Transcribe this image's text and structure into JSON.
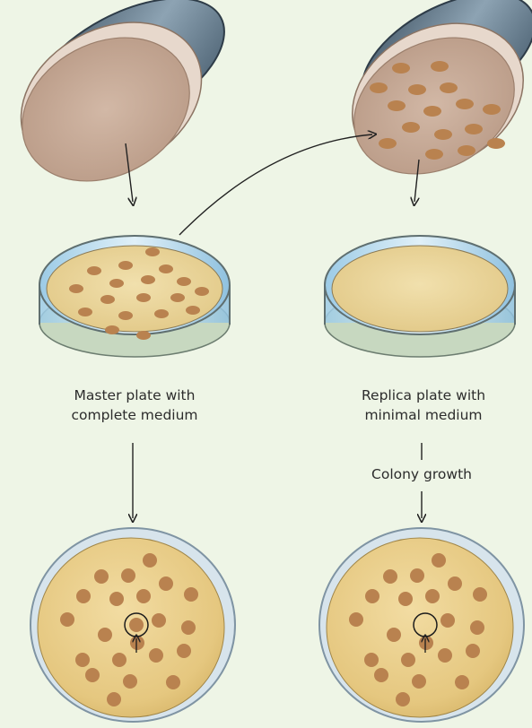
{
  "labels": {
    "master_plate": [
      "Master plate with",
      "complete medium"
    ],
    "replica_plate": [
      "Replica plate with",
      "minimal medium"
    ],
    "colony_growth": "Colony growth"
  },
  "colors": {
    "background": "#eef5e6",
    "velvet": "#c9ad9b",
    "colony": "#b9824f",
    "medium": "#ead79e",
    "glass": "#7fb6d8",
    "ring_metal": "#5b6f82",
    "arrow": "#222222"
  }
}
